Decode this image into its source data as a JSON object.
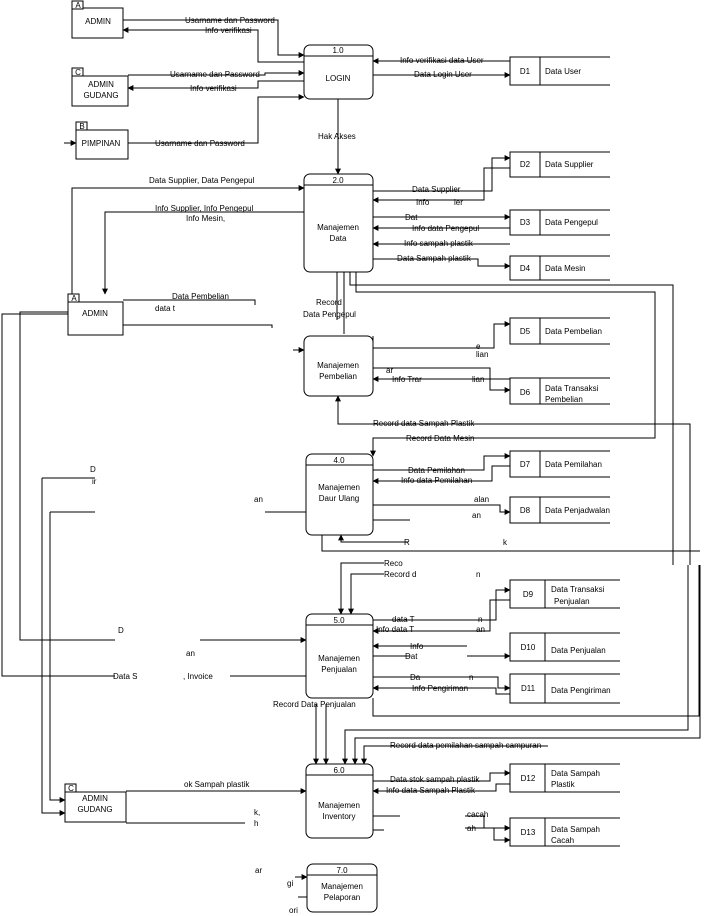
{
  "entities": {
    "admin_top": {
      "code": "A",
      "name": "ADMIN"
    },
    "admin_gudang_top": {
      "code": "C",
      "name_line1": "ADMIN",
      "name_line2": "GUDANG"
    },
    "pimpinan": {
      "code": "B",
      "name": "PIMPINAN"
    },
    "admin_mid": {
      "code": "A",
      "name": "ADMIN"
    },
    "admin_gudang_bottom": {
      "code": "C",
      "name_line1": "ADMIN",
      "name_line2": "GUDANG"
    }
  },
  "processes": {
    "p1": {
      "number": "1.0",
      "line1": "LOGIN",
      "line2": ""
    },
    "p2": {
      "number": "2.0",
      "line1": "Manajemen",
      "line2": "Data"
    },
    "p3": {
      "number": "",
      "line1": "Manajemen",
      "line2": "Pembelian"
    },
    "p4": {
      "number": "4.0",
      "line1": "Manajemen",
      "line2": "Daur Ulang"
    },
    "p5": {
      "number": "5.0",
      "line1": "Manajemen",
      "line2": "Penjualan"
    },
    "p6": {
      "number": "6.0",
      "line1": "Manajemen",
      "line2": "Inventory"
    },
    "p7": {
      "number": "7.0",
      "line1": "Manajemen",
      "line2": "Pelaporan"
    }
  },
  "stores": {
    "d1": {
      "id": "D1",
      "line1": "Data User",
      "line2": ""
    },
    "d2": {
      "id": "D2",
      "line1": "Data Supplier",
      "line2": ""
    },
    "d3": {
      "id": "D3",
      "line1": "Data Pengepul",
      "line2": ""
    },
    "d4": {
      "id": "D4",
      "line1": "Data Mesin",
      "line2": ""
    },
    "d5": {
      "id": "D5",
      "line1": "Data Pembelian",
      "line2": ""
    },
    "d6": {
      "id": "D6",
      "line1": "Data Transaksi",
      "line2": "Pembelian"
    },
    "d7": {
      "id": "D7",
      "line1": "Data Pemilahan",
      "line2": ""
    },
    "d8": {
      "id": "D8",
      "line1": "Data Penjadwalan",
      "line2": ""
    },
    "d9": {
      "id": "D9",
      "line1": "Data Transaksi",
      "line2": "Penjualan"
    },
    "d10": {
      "id": "D10",
      "line1": "Data Penjualan",
      "line2": ""
    },
    "d11": {
      "id": "D11",
      "line1": "Data Pengiriman",
      "line2": ""
    },
    "d12": {
      "id": "D12",
      "line1": "Data Sampah",
      "line2": "Plastik"
    },
    "d13": {
      "id": "D13",
      "line1": "Data Sampah",
      "line2": "Cacah"
    }
  },
  "flows": {
    "f1": "Usarname dan Password",
    "f2": "Info verifikasi",
    "f3": "Usarname dan Password",
    "f4": "Info verifikasi",
    "f5": "Usarname dan Password",
    "f6": "Info verifikasi data User",
    "f7": "Data Login User",
    "f8": "Hak Akses",
    "f9": "Data Supplier, Data Pengepul",
    "f10": "Info Supplier, Info Pengepul",
    "f11": "Info Mesin,",
    "f12": "Data Supplier",
    "f13": "Info",
    "f14": "ier",
    "f15": "Dat",
    "f16": "Info data Pengepul",
    "f17": "Info sampah plastik",
    "f18": "Data Sampah plastik",
    "f19": "Data Pembelian",
    "f20": "data t",
    "f21": "Record",
    "f22": "Data Pengepul",
    "f23": "e",
    "f24": "lian",
    "f25": "ar",
    "f26": "Info Trar",
    "f27": "lian",
    "f28": "Record data Sampah Plastik",
    "f29": "Record Data Mesin",
    "f30": "D",
    "f31": "ir",
    "f32": "an",
    "f33": "Data Pemilahan",
    "f34": "Info data Pemilahan",
    "f35": "alan",
    "f36": "an",
    "f37": "R",
    "f38": "k",
    "f39": "Reco",
    "f40": "Record d",
    "f41": "n",
    "f42": "data T",
    "f43": "n",
    "f44": "Info data T",
    "f45": "an",
    "f46": "D",
    "f47": "an",
    "f48": "Info",
    "f49": "Dat",
    "f50": "Data S",
    "f51": ", Invoice",
    "f52": "Da",
    "f53": "n",
    "f54": "Info Pengiriman",
    "f55": "Record Data Penjualan",
    "f56": "Record data pemilahan sampah campuran",
    "f57": "ok Sampah plastik",
    "f58": "Data stok sampah plastik",
    "f59": "Info data Sampah Plastik",
    "f60": "k,",
    "f61": "h",
    "f62": "cacah",
    "f63": "ah",
    "f64": "ar",
    "f65": "gi",
    "f66": "ori"
  }
}
